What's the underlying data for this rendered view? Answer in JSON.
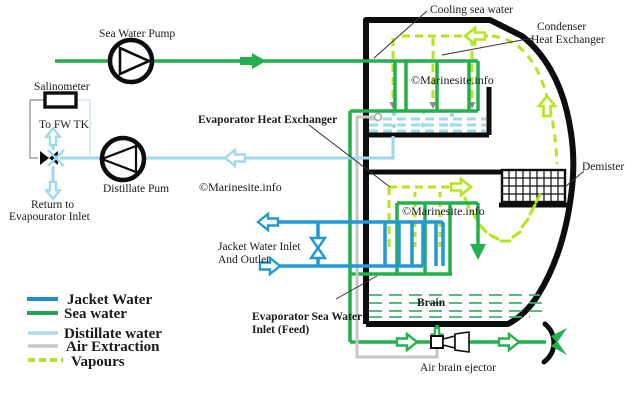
{
  "labels": {
    "cooling_sea_water": "Cooling sea water",
    "condenser_hx_1": "Condenser",
    "condenser_hx_2": "Heat Exchanger",
    "sea_water_pump": "Sea Water Pump",
    "salinometer": "Salinometer",
    "to_fw_tk": "To FW TK",
    "return_to_1": "Return to",
    "return_to_2": "Evapourator Inlet",
    "distillate_pump": "Distillate Pum",
    "evaporator_hx": "Evaporator Heat Exchanger",
    "demister": "Demister",
    "jacket_water_1": "Jacket Water Inlet",
    "jacket_water_2": "And Outlet",
    "evap_feed_1": "Evaporator Sea Water",
    "evap_feed_2": "Inlet (Feed)",
    "brain": "Brain",
    "air_brain_ejector": "Air brain ejector"
  },
  "watermarks": {
    "wm1": "©Marinesite.info",
    "wm2": "©Marinesite.info",
    "wm3": "©Marinesite.info"
  },
  "legend": {
    "items": [
      {
        "label": "Jacket Water",
        "color": "#1f8fce",
        "dashed": false
      },
      {
        "label": "Sea water",
        "color": "#27a355",
        "dashed": false
      },
      {
        "label": "Distillate water",
        "color": "#a7dcee",
        "dashed": false
      },
      {
        "label": "Air Extraction",
        "color": "#c8c8c8",
        "dashed": false
      },
      {
        "label": "Vapours",
        "color": "#b5e61d",
        "dashed": true
      }
    ]
  },
  "colors": {
    "sea_water": "#22b14c",
    "jacket_water": "#2099d6",
    "distillate": "#9fd9ec",
    "air_extraction": "#c6c6c6",
    "vapours": "#b5e61d",
    "watermark_orange": "#ee7b30",
    "watermark_red": "#e2512b",
    "shell_black": "#0d0d0d"
  }
}
